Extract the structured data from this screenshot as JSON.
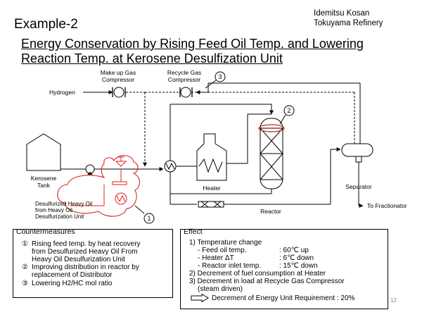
{
  "slide_label": "Example-2",
  "company": {
    "line1": "Idemitsu Kosan",
    "line2": "Tokuyama Refinery"
  },
  "title": {
    "line1": "Energy Conservation by Rising Feed Oil Temp. and Lowering",
    "line2": "Reaction Temp. at Kerosene Desulfization Unit"
  },
  "diagram": {
    "makeup_line1": "Make up Gas",
    "makeup_line2": "Compressor",
    "recycle_line1": "Recycle Gas",
    "recycle_line2": "Compressor",
    "hydrogen": "Hydrogen",
    "kerosene_line1": "Kerosene",
    "kerosene_line2": "Tank",
    "heater": "Heater",
    "separator": "Separator",
    "reactor": "Reactor",
    "fractionator": "To Fractionator",
    "dho_line1": "Desulfurized Heavy Oil",
    "dho_line2": "from Heavy Oil",
    "dho_line3": "Desulfurization Unit",
    "marker1": "1",
    "marker2": "2",
    "marker3": "3"
  },
  "countermeasures": {
    "title": "Countermeasures",
    "items": [
      {
        "marker": "①",
        "lines": [
          "Rising feed temp. by heat recovery",
          "from Desulfurized Heavy Oil From",
          "Heavy Oil Desulfurization Unit"
        ]
      },
      {
        "marker": "②",
        "lines": [
          "Improving distribution in reactor by",
          "replacement of Distributor"
        ]
      },
      {
        "marker": "③",
        "lines": [
          "Lowering H2/HC mol ratio"
        ]
      }
    ]
  },
  "effect": {
    "title": "Effect",
    "item1": "1) Temperature change",
    "feed_label": "- Feed oil temp.",
    "feed_value": ": 60℃ up",
    "heater_label": "- Heater ΔT",
    "heater_value": ": 6℃ down",
    "reactor_label": "- Reactor inlet temp.",
    "reactor_value": ": 15℃ down",
    "item2": "2) Decrement of fuel consumption at Heater",
    "item3_line1": "3) Decrement in load at Recycle Gas Compressor",
    "item3_line2": "(steam driven)",
    "summary": "Decrement of Energy Unit Requirement : 20%"
  },
  "page_number": "12",
  "colors": {
    "highlight": "#e02020",
    "line": "#000000"
  }
}
